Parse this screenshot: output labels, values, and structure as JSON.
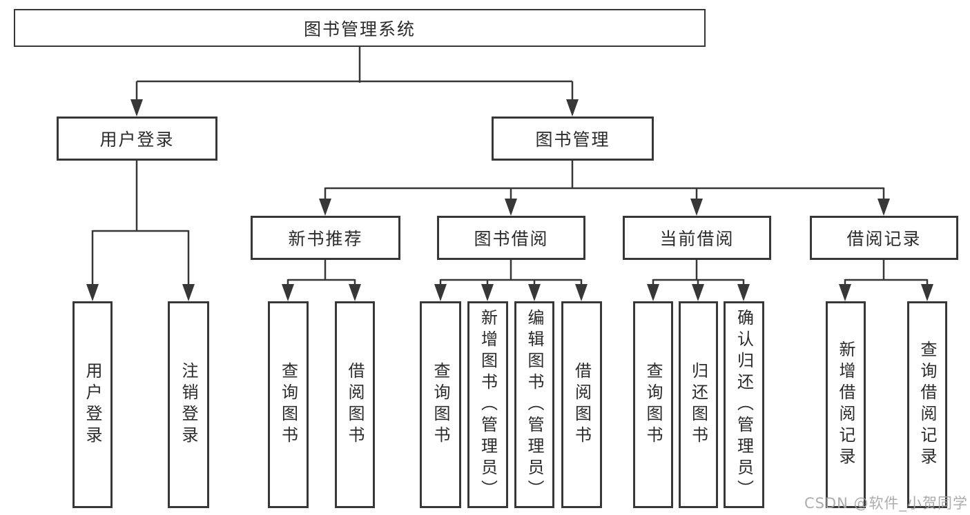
{
  "diagram": {
    "background": "#ffffff",
    "line_color": "#373737",
    "text_color": "#2b2b2b",
    "box_fill": "#ffffff",
    "watermark": {
      "label": "CSDN @软件_小贺同学",
      "color": "#a5a5a5"
    },
    "tree": {
      "label": "图书管理系统",
      "children": [
        {
          "label": "用户登录",
          "children": [
            {
              "label": "用户登录"
            },
            {
              "label": "注销登录"
            }
          ]
        },
        {
          "label": "图书管理",
          "children": [
            {
              "label": "新书推荐",
              "children": [
                {
                  "label": "查询图书"
                },
                {
                  "label": "借阅图书"
                }
              ]
            },
            {
              "label": "图书借阅",
              "children": [
                {
                  "label": "查询图书"
                },
                {
                  "label": "新增图书（管理员）"
                },
                {
                  "label": "编辑图书（管理员）"
                },
                {
                  "label": "借阅图书"
                }
              ]
            },
            {
              "label": "当前借阅",
              "children": [
                {
                  "label": "查询图书"
                },
                {
                  "label": "归还图书"
                },
                {
                  "label": "确认归还（管理员）"
                }
              ]
            },
            {
              "label": "借阅记录",
              "children": [
                {
                  "label": "新增借阅记录"
                },
                {
                  "label": "查询借阅记录"
                }
              ]
            }
          ]
        }
      ]
    }
  }
}
